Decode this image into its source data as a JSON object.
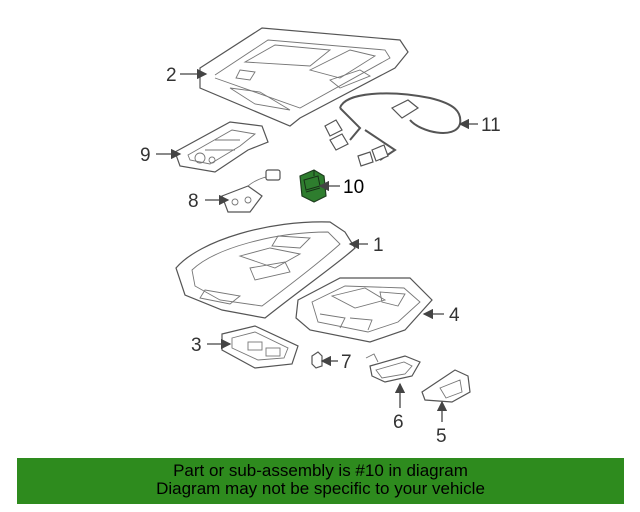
{
  "diagram": {
    "callouts": {
      "c1": "1",
      "c2": "2",
      "c3": "3",
      "c4": "4",
      "c5": "5",
      "c6": "6",
      "c7": "7",
      "c8": "8",
      "c9": "9",
      "c10": "10",
      "c11": "11"
    },
    "highlighted_part": "10",
    "highlight_color": "#2e7d2e"
  },
  "banner": {
    "line1": "Part or sub-assembly is #10 in diagram",
    "line2": "Diagram may not be specific to your vehicle",
    "background": "#2e8b1e"
  }
}
